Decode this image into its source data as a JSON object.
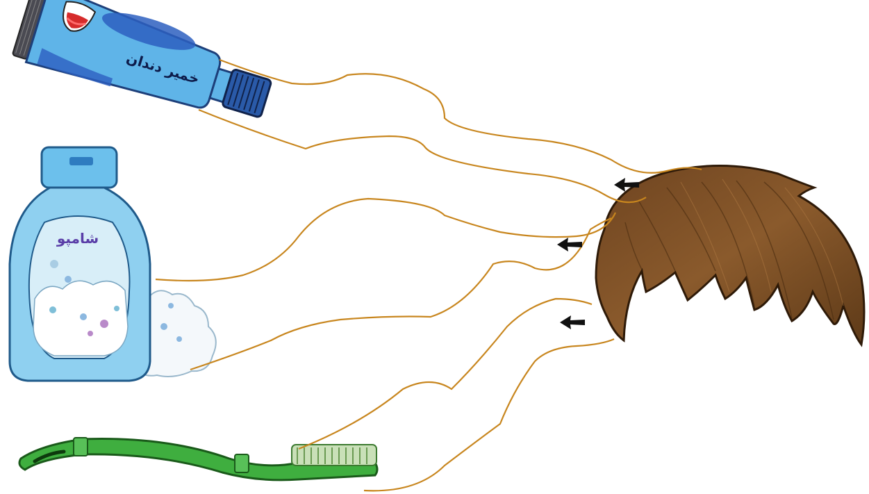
{
  "toothpaste": {
    "label": "خمیر دندان"
  },
  "shampoo": {
    "label": "شامپو"
  },
  "colors": {
    "path": "#c8861e",
    "hair": "#7a4d22",
    "tube": "#5fb4e8",
    "bottle": "#8fd0f0",
    "brush": "#3fae3f",
    "arrow": "#111111"
  },
  "arrows": {
    "count": 3,
    "direction": "left"
  }
}
